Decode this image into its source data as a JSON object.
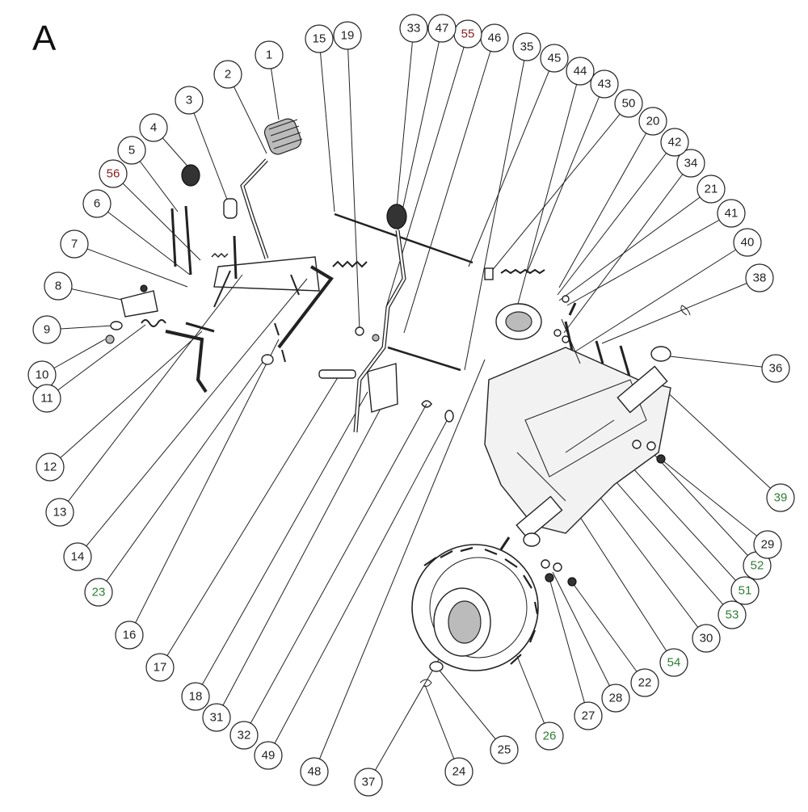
{
  "section_letter": "A",
  "colors": {
    "ink": "#222222",
    "green_label": "#2e7d32",
    "red_label": "#8b1a1a"
  },
  "callouts": [
    {
      "id": "c1",
      "label": "1",
      "color": "ink"
    },
    {
      "id": "c2",
      "label": "2",
      "color": "ink"
    },
    {
      "id": "c3",
      "label": "3",
      "color": "ink"
    },
    {
      "id": "c4",
      "label": "4",
      "color": "ink"
    },
    {
      "id": "c5",
      "label": "5",
      "color": "ink"
    },
    {
      "id": "c56",
      "label": "56",
      "color": "red_label"
    },
    {
      "id": "c6",
      "label": "6",
      "color": "ink"
    },
    {
      "id": "c7",
      "label": "7",
      "color": "ink"
    },
    {
      "id": "c8",
      "label": "8",
      "color": "ink"
    },
    {
      "id": "c9",
      "label": "9",
      "color": "ink"
    },
    {
      "id": "c10",
      "label": "10",
      "color": "ink"
    },
    {
      "id": "c11",
      "label": "11",
      "color": "ink"
    },
    {
      "id": "c12",
      "label": "12",
      "color": "ink"
    },
    {
      "id": "c13",
      "label": "13",
      "color": "ink"
    },
    {
      "id": "c14",
      "label": "14",
      "color": "ink"
    },
    {
      "id": "c23",
      "label": "23",
      "color": "green_label"
    },
    {
      "id": "c16",
      "label": "16",
      "color": "ink"
    },
    {
      "id": "c17",
      "label": "17",
      "color": "ink"
    },
    {
      "id": "c18",
      "label": "18",
      "color": "ink"
    },
    {
      "id": "c31",
      "label": "31",
      "color": "ink"
    },
    {
      "id": "c32",
      "label": "32",
      "color": "ink"
    },
    {
      "id": "c49",
      "label": "49",
      "color": "ink"
    },
    {
      "id": "c48",
      "label": "48",
      "color": "ink"
    },
    {
      "id": "c37",
      "label": "37",
      "color": "ink"
    },
    {
      "id": "c24",
      "label": "24",
      "color": "ink"
    },
    {
      "id": "c25",
      "label": "25",
      "color": "ink"
    },
    {
      "id": "c26",
      "label": "26",
      "color": "green_label"
    },
    {
      "id": "c27",
      "label": "27",
      "color": "ink"
    },
    {
      "id": "c28",
      "label": "28",
      "color": "ink"
    },
    {
      "id": "c22",
      "label": "22",
      "color": "ink"
    },
    {
      "id": "c54",
      "label": "54",
      "color": "green_label"
    },
    {
      "id": "c30",
      "label": "30",
      "color": "ink"
    },
    {
      "id": "c53",
      "label": "53",
      "color": "green_label"
    },
    {
      "id": "c51",
      "label": "51",
      "color": "green_label"
    },
    {
      "id": "c52",
      "label": "52",
      "color": "green_label"
    },
    {
      "id": "c29",
      "label": "29",
      "color": "ink"
    },
    {
      "id": "c39",
      "label": "39",
      "color": "green_label"
    },
    {
      "id": "c36",
      "label": "36",
      "color": "ink"
    },
    {
      "id": "c38",
      "label": "38",
      "color": "ink"
    },
    {
      "id": "c40",
      "label": "40",
      "color": "ink"
    },
    {
      "id": "c41",
      "label": "41",
      "color": "ink"
    },
    {
      "id": "c21",
      "label": "21",
      "color": "ink"
    },
    {
      "id": "c34",
      "label": "34",
      "color": "ink"
    },
    {
      "id": "c42",
      "label": "42",
      "color": "ink"
    },
    {
      "id": "c20",
      "label": "20",
      "color": "ink"
    },
    {
      "id": "c50",
      "label": "50",
      "color": "ink"
    },
    {
      "id": "c43",
      "label": "43",
      "color": "ink"
    },
    {
      "id": "c44",
      "label": "44",
      "color": "ink"
    },
    {
      "id": "c45",
      "label": "45",
      "color": "ink"
    },
    {
      "id": "c35",
      "label": "35",
      "color": "ink"
    },
    {
      "id": "c46",
      "label": "46",
      "color": "ink"
    },
    {
      "id": "c55",
      "label": "55",
      "color": "red_label"
    },
    {
      "id": "c47",
      "label": "47",
      "color": "ink"
    },
    {
      "id": "c33",
      "label": "33",
      "color": "ink"
    },
    {
      "id": "c19",
      "label": "19",
      "color": "ink"
    },
    {
      "id": "c15",
      "label": "15",
      "color": "ink"
    }
  ]
}
